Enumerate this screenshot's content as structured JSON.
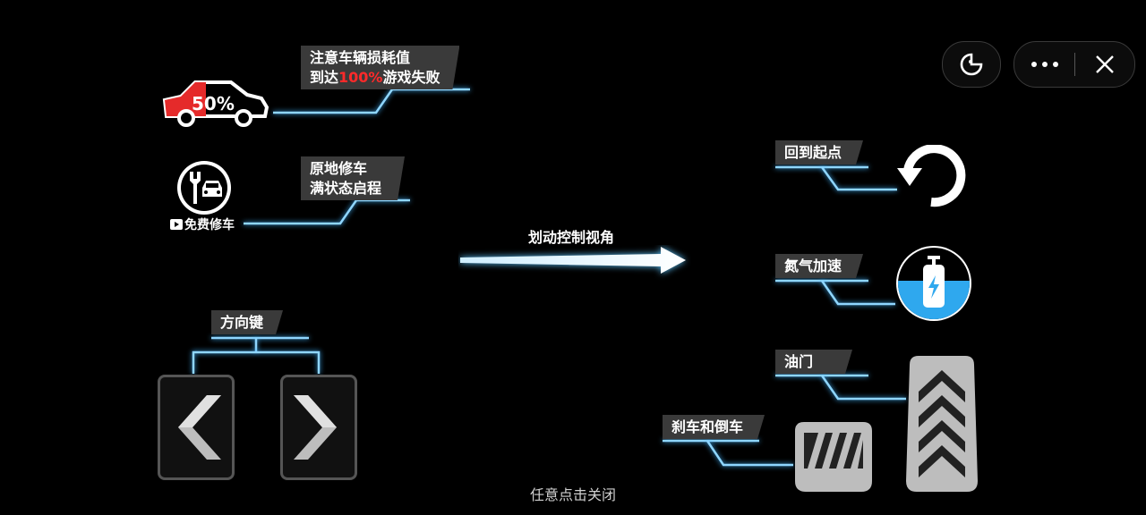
{
  "damage": {
    "line1": "注意车辆损耗值",
    "line2_prefix": "到达",
    "line2_highlight": "100%",
    "line2_suffix": "游戏失败",
    "percent": "50%"
  },
  "repair": {
    "line1": "原地修车",
    "line2": "满状态启程",
    "button_label": "免费修车"
  },
  "swipe": {
    "label": "划动控制视角"
  },
  "direction": {
    "label": "方向键"
  },
  "reset": {
    "label": "回到起点"
  },
  "nitro": {
    "label": "氮气加速"
  },
  "throttle": {
    "label": "油门"
  },
  "brake": {
    "label": "刹车和倒车"
  },
  "hint": {
    "text": "任意点击关闭"
  },
  "colors": {
    "accent_red": "#ff2a2a",
    "glow_blue": "#8fd6ff",
    "nitro_water": "#2fa8ee"
  }
}
